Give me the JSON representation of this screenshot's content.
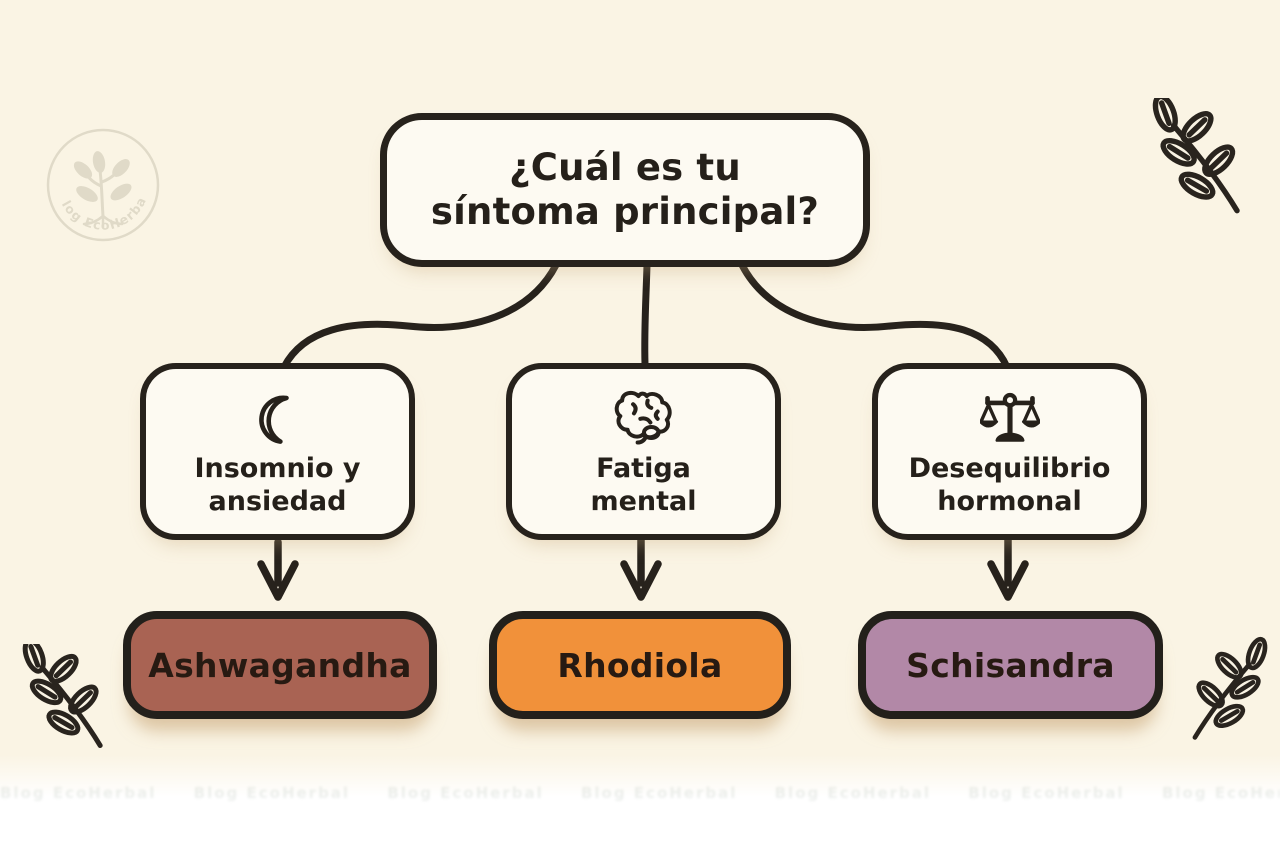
{
  "canvas": {
    "background": "#FAF4E4",
    "line_color": "#27221C"
  },
  "watermark": {
    "brand": "Blog EcoHerbal"
  },
  "question": {
    "lines": [
      "¿Cuál es tu",
      "síntoma principal?"
    ]
  },
  "branches": [
    {
      "icon": "crescent-moon-icon",
      "symptom_lines": [
        "Insomnio y",
        "ansiedad"
      ],
      "remedy": "Ashwagandha",
      "remedy_color": "#A96353"
    },
    {
      "icon": "brain-icon",
      "symptom_lines": [
        "Fatiga",
        "mental"
      ],
      "remedy": "Rhodiola",
      "remedy_color": "#F1913A"
    },
    {
      "icon": "scales-icon",
      "symptom_lines": [
        "Desequilibrio",
        "hormonal"
      ],
      "remedy": "Schisandra",
      "remedy_color": "#B288A7"
    }
  ]
}
